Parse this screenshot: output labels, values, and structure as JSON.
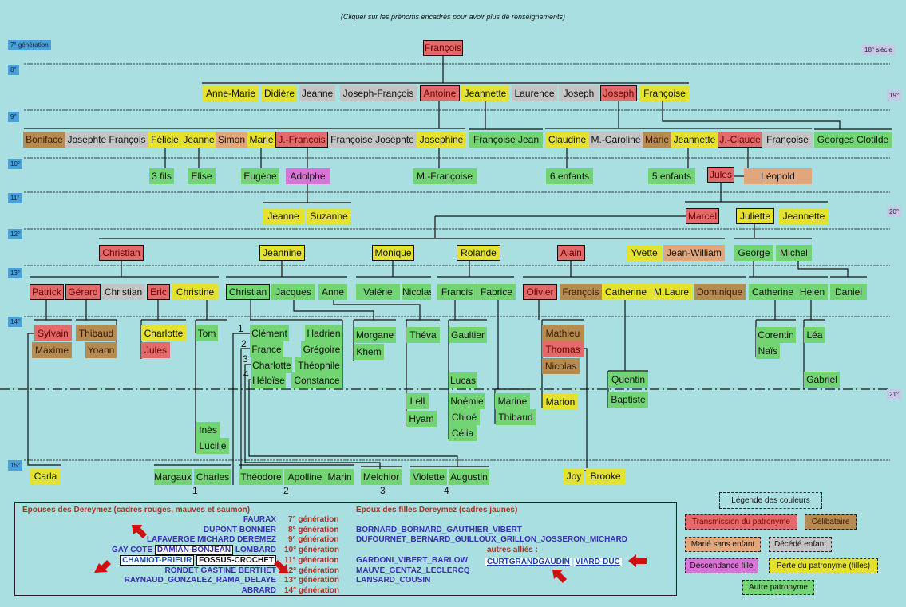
{
  "note": "(Cliquer sur les prénoms encadrés pour avoir plus de renseignements)",
  "generations": [
    "7° génération",
    "8°",
    "9°",
    "10°",
    "11°",
    "12°",
    "13°",
    "14°",
    "15°"
  ],
  "centuries": [
    "18° siècle",
    "19°",
    "20°",
    "21°"
  ],
  "people": [
    {
      "name": "François",
      "type": "red",
      "framed": true
    },
    {
      "name": "Anne-Marie",
      "type": "yellow"
    },
    {
      "name": "Didière",
      "type": "yellow"
    },
    {
      "name": "Jeanne",
      "type": "gray"
    },
    {
      "name": "Joseph-François",
      "type": "gray"
    },
    {
      "name": "Antoine",
      "type": "red",
      "framed": true
    },
    {
      "name": "Jeannette",
      "type": "yellow"
    },
    {
      "name": "Laurence",
      "type": "gray"
    },
    {
      "name": "Joseph",
      "type": "gray"
    },
    {
      "name": "Joseph",
      "type": "red",
      "framed": true
    },
    {
      "name": "Françoise",
      "type": "yellow"
    },
    {
      "name": "Boniface",
      "type": "brown"
    },
    {
      "name": "Josephte François",
      "type": "gray"
    },
    {
      "name": "Félicie",
      "type": "yellow"
    },
    {
      "name": "Jeanne",
      "type": "yellow"
    },
    {
      "name": "Simon",
      "type": "salmon"
    },
    {
      "name": "Marie",
      "type": "yellow"
    },
    {
      "name": "J.-François",
      "type": "red",
      "framed": true
    },
    {
      "name": "Françoise Josephte",
      "type": "gray"
    },
    {
      "name": "Josephine",
      "type": "yellow"
    },
    {
      "name": "Françoise Jean",
      "type": "green"
    },
    {
      "name": "Claudine",
      "type": "yellow"
    },
    {
      "name": "M.-Caroline",
      "type": "gray"
    },
    {
      "name": "Marie",
      "type": "brown"
    },
    {
      "name": "Jeannette",
      "type": "yellow"
    },
    {
      "name": "J.-Claude",
      "type": "red",
      "framed": true
    },
    {
      "name": "Françoise",
      "type": "gray"
    },
    {
      "name": "Georges Clotilde",
      "type": "green"
    },
    {
      "name": "3 fils",
      "type": "green"
    },
    {
      "name": "Elise",
      "type": "green"
    },
    {
      "name": "Eugène",
      "type": "green"
    },
    {
      "name": "Adolphe",
      "type": "magenta"
    },
    {
      "name": "M.-Françoise",
      "type": "green"
    },
    {
      "name": "6 enfants",
      "type": "green"
    },
    {
      "name": "5 enfants",
      "type": "green"
    },
    {
      "name": "Jules",
      "type": "red",
      "framed": true
    },
    {
      "name": "Léopold",
      "type": "salmon"
    },
    {
      "name": "Jeanne",
      "type": "yellow"
    },
    {
      "name": "Suzanne",
      "type": "yellow"
    },
    {
      "name": "Marcel",
      "type": "red",
      "framed": true
    },
    {
      "name": "Juliette",
      "type": "yellow",
      "framed": true
    },
    {
      "name": "Jeannette",
      "type": "yellow"
    },
    {
      "name": "Christian",
      "type": "red",
      "framed": true
    },
    {
      "name": "Jeannine",
      "type": "yellow",
      "framed": true
    },
    {
      "name": "Monique",
      "type": "yellow",
      "framed": true
    },
    {
      "name": "Rolande",
      "type": "yellow",
      "framed": true
    },
    {
      "name": "Alain",
      "type": "red",
      "framed": true
    },
    {
      "name": "Yvette",
      "type": "yellow"
    },
    {
      "name": "Jean-William",
      "type": "salmon"
    },
    {
      "name": "George",
      "type": "green"
    },
    {
      "name": "Michel",
      "type": "green"
    },
    {
      "name": "Patrick",
      "type": "red",
      "framed": true
    },
    {
      "name": "Gérard",
      "type": "red",
      "framed": true
    },
    {
      "name": "Christian",
      "type": "gray"
    },
    {
      "name": "Eric",
      "type": "red",
      "framed": true
    },
    {
      "name": "Christine",
      "type": "yellow"
    },
    {
      "name": "Christian",
      "type": "green",
      "framed": true
    },
    {
      "name": "Jacques",
      "type": "green"
    },
    {
      "name": "Anne",
      "type": "green"
    },
    {
      "name": "Valérie",
      "type": "green"
    },
    {
      "name": "Nicolas",
      "type": "green"
    },
    {
      "name": "Francis",
      "type": "green"
    },
    {
      "name": "Fabrice",
      "type": "green"
    },
    {
      "name": "Olivier",
      "type": "red",
      "framed": true
    },
    {
      "name": "François",
      "type": "brown"
    },
    {
      "name": "Catherine",
      "type": "yellow"
    },
    {
      "name": "M.Laure",
      "type": "yellow"
    },
    {
      "name": "Dominique",
      "type": "brown"
    },
    {
      "name": "Catherine",
      "type": "green"
    },
    {
      "name": "Helen",
      "type": "green"
    },
    {
      "name": "Daniel",
      "type": "green"
    },
    {
      "name": "Sylvain",
      "type": "red"
    },
    {
      "name": "Maxime",
      "type": "brown"
    },
    {
      "name": "Thibaud",
      "type": "brown"
    },
    {
      "name": "Yoann",
      "type": "brown"
    },
    {
      "name": "Charlotte",
      "type": "yellow"
    },
    {
      "name": "Jules",
      "type": "red"
    },
    {
      "name": "Tom",
      "type": "green"
    },
    {
      "name": "Clément",
      "type": "green"
    },
    {
      "name": "France",
      "type": "green"
    },
    {
      "name": "Charlotte",
      "type": "green"
    },
    {
      "name": "Héloïse",
      "type": "green"
    },
    {
      "name": "Hadrien",
      "type": "green"
    },
    {
      "name": "Grégoire",
      "type": "green"
    },
    {
      "name": "Théophile",
      "type": "green"
    },
    {
      "name": "Constance",
      "type": "green"
    },
    {
      "name": "Morgane",
      "type": "green"
    },
    {
      "name": "Khem",
      "type": "green"
    },
    {
      "name": "Théva",
      "type": "green"
    },
    {
      "name": "Gaultier",
      "type": "green"
    },
    {
      "name": "Lucas",
      "type": "green"
    },
    {
      "name": "Noémie",
      "type": "green"
    },
    {
      "name": "Chloé",
      "type": "green"
    },
    {
      "name": "Célia",
      "type": "green"
    },
    {
      "name": "Marine",
      "type": "green"
    },
    {
      "name": "Thibaud",
      "type": "green"
    },
    {
      "name": "Mathieu",
      "type": "brown"
    },
    {
      "name": "Thomas",
      "type": "red"
    },
    {
      "name": "Nicolas",
      "type": "brown"
    },
    {
      "name": "Marion",
      "type": "yellow"
    },
    {
      "name": "Quentin",
      "type": "green"
    },
    {
      "name": "Baptiste",
      "type": "green"
    },
    {
      "name": "Corentin",
      "type": "green"
    },
    {
      "name": "Naïs",
      "type": "green"
    },
    {
      "name": "Léa",
      "type": "green"
    },
    {
      "name": "Gabriel",
      "type": "green"
    },
    {
      "name": "Inès",
      "type": "green"
    },
    {
      "name": "Lucille",
      "type": "green"
    },
    {
      "name": "Lell",
      "type": "green"
    },
    {
      "name": "Hyam",
      "type": "green"
    },
    {
      "name": "Carla",
      "type": "yellow"
    },
    {
      "name": "Margaux",
      "type": "green"
    },
    {
      "name": "Charles",
      "type": "green"
    },
    {
      "name": "Théodore",
      "type": "green"
    },
    {
      "name": "Apolline",
      "type": "green"
    },
    {
      "name": "Marin",
      "type": "green"
    },
    {
      "name": "Melchior",
      "type": "green"
    },
    {
      "name": "Violette",
      "type": "green"
    },
    {
      "name": "Augustin",
      "type": "green"
    },
    {
      "name": "Joy",
      "type": "yellow"
    },
    {
      "name": "Brooke",
      "type": "yellow"
    }
  ],
  "union_numbers": [
    "1",
    "2",
    "3",
    "4",
    "1",
    "2",
    "3",
    "4"
  ],
  "allies": {
    "wives_title": "Epouses des Dereymez (cadres rouges, mauves et saumon)",
    "husbands_title": "Epoux des filles Dereymez (cadres jaunes)",
    "rows": [
      {
        "wives": "FAURAX",
        "gen": "7° génération",
        "husbands": ""
      },
      {
        "wives": "DUPONT  BONNIER",
        "gen": "8° génération",
        "husbands": "BORNARD_BORNARD_GAUTHIER_VIBERT"
      },
      {
        "wives": "LAFAVERGE  MICHARD  DEREMEZ",
        "gen": "9° génération",
        "husbands": "DUFOURNET_BERNARD_GUILLOUX_GRILLON_JOSSERON_MICHARD"
      },
      {
        "wives_pre": "GAY  COTE",
        "wives_box": "DAMIAN-BONJEAN",
        "wives_post": "LOMBARD",
        "gen": "10° génération",
        "husbands": ""
      },
      {
        "wives_link": "CHAMIOT-PRIEUR",
        "wives_box": "FOSSUS-CROCHET",
        "gen": "11° génération",
        "husbands": "GARDONI_VIBERT_BARLOW"
      },
      {
        "wives": "RONDET  GASTINE  BERTHET",
        "gen": "12° génération",
        "husbands": "MAUVE_GENTAZ_LECLERCQ"
      },
      {
        "wives": "RAYNAUD_GONZALEZ_RAMA_DELAYE",
        "gen": "13° génération",
        "husbands": "LANSARD_COUSIN"
      },
      {
        "wives": "ABRARD",
        "gen": "14° génération",
        "husbands": ""
      }
    ],
    "others_label": "autres alliés :",
    "others": [
      "CURTGRANDGAUDIN",
      "VIARD-DUC"
    ]
  },
  "legend": {
    "title": "Légende des couleurs",
    "items": [
      {
        "label": "Transmission du patronyme",
        "type": "red"
      },
      {
        "label": "Célibataire",
        "type": "brown"
      },
      {
        "label": "Marié sans enfant",
        "type": "salmon"
      },
      {
        "label": "Décédé enfant",
        "type": "gray"
      },
      {
        "label": "Descendance fille",
        "type": "magenta"
      },
      {
        "label": "Perte du patronyme (filles)",
        "type": "yellow"
      },
      {
        "label": "Autre patronyme",
        "type": "green"
      }
    ]
  },
  "colors": {
    "background": "#a9dfe0",
    "red": "#e26a6a",
    "brown": "#b58b4f",
    "salmon": "#e2a67a",
    "gray": "#c4c4c4",
    "magenta": "#d873d8",
    "yellow": "#e4e22e",
    "green": "#72d472"
  }
}
